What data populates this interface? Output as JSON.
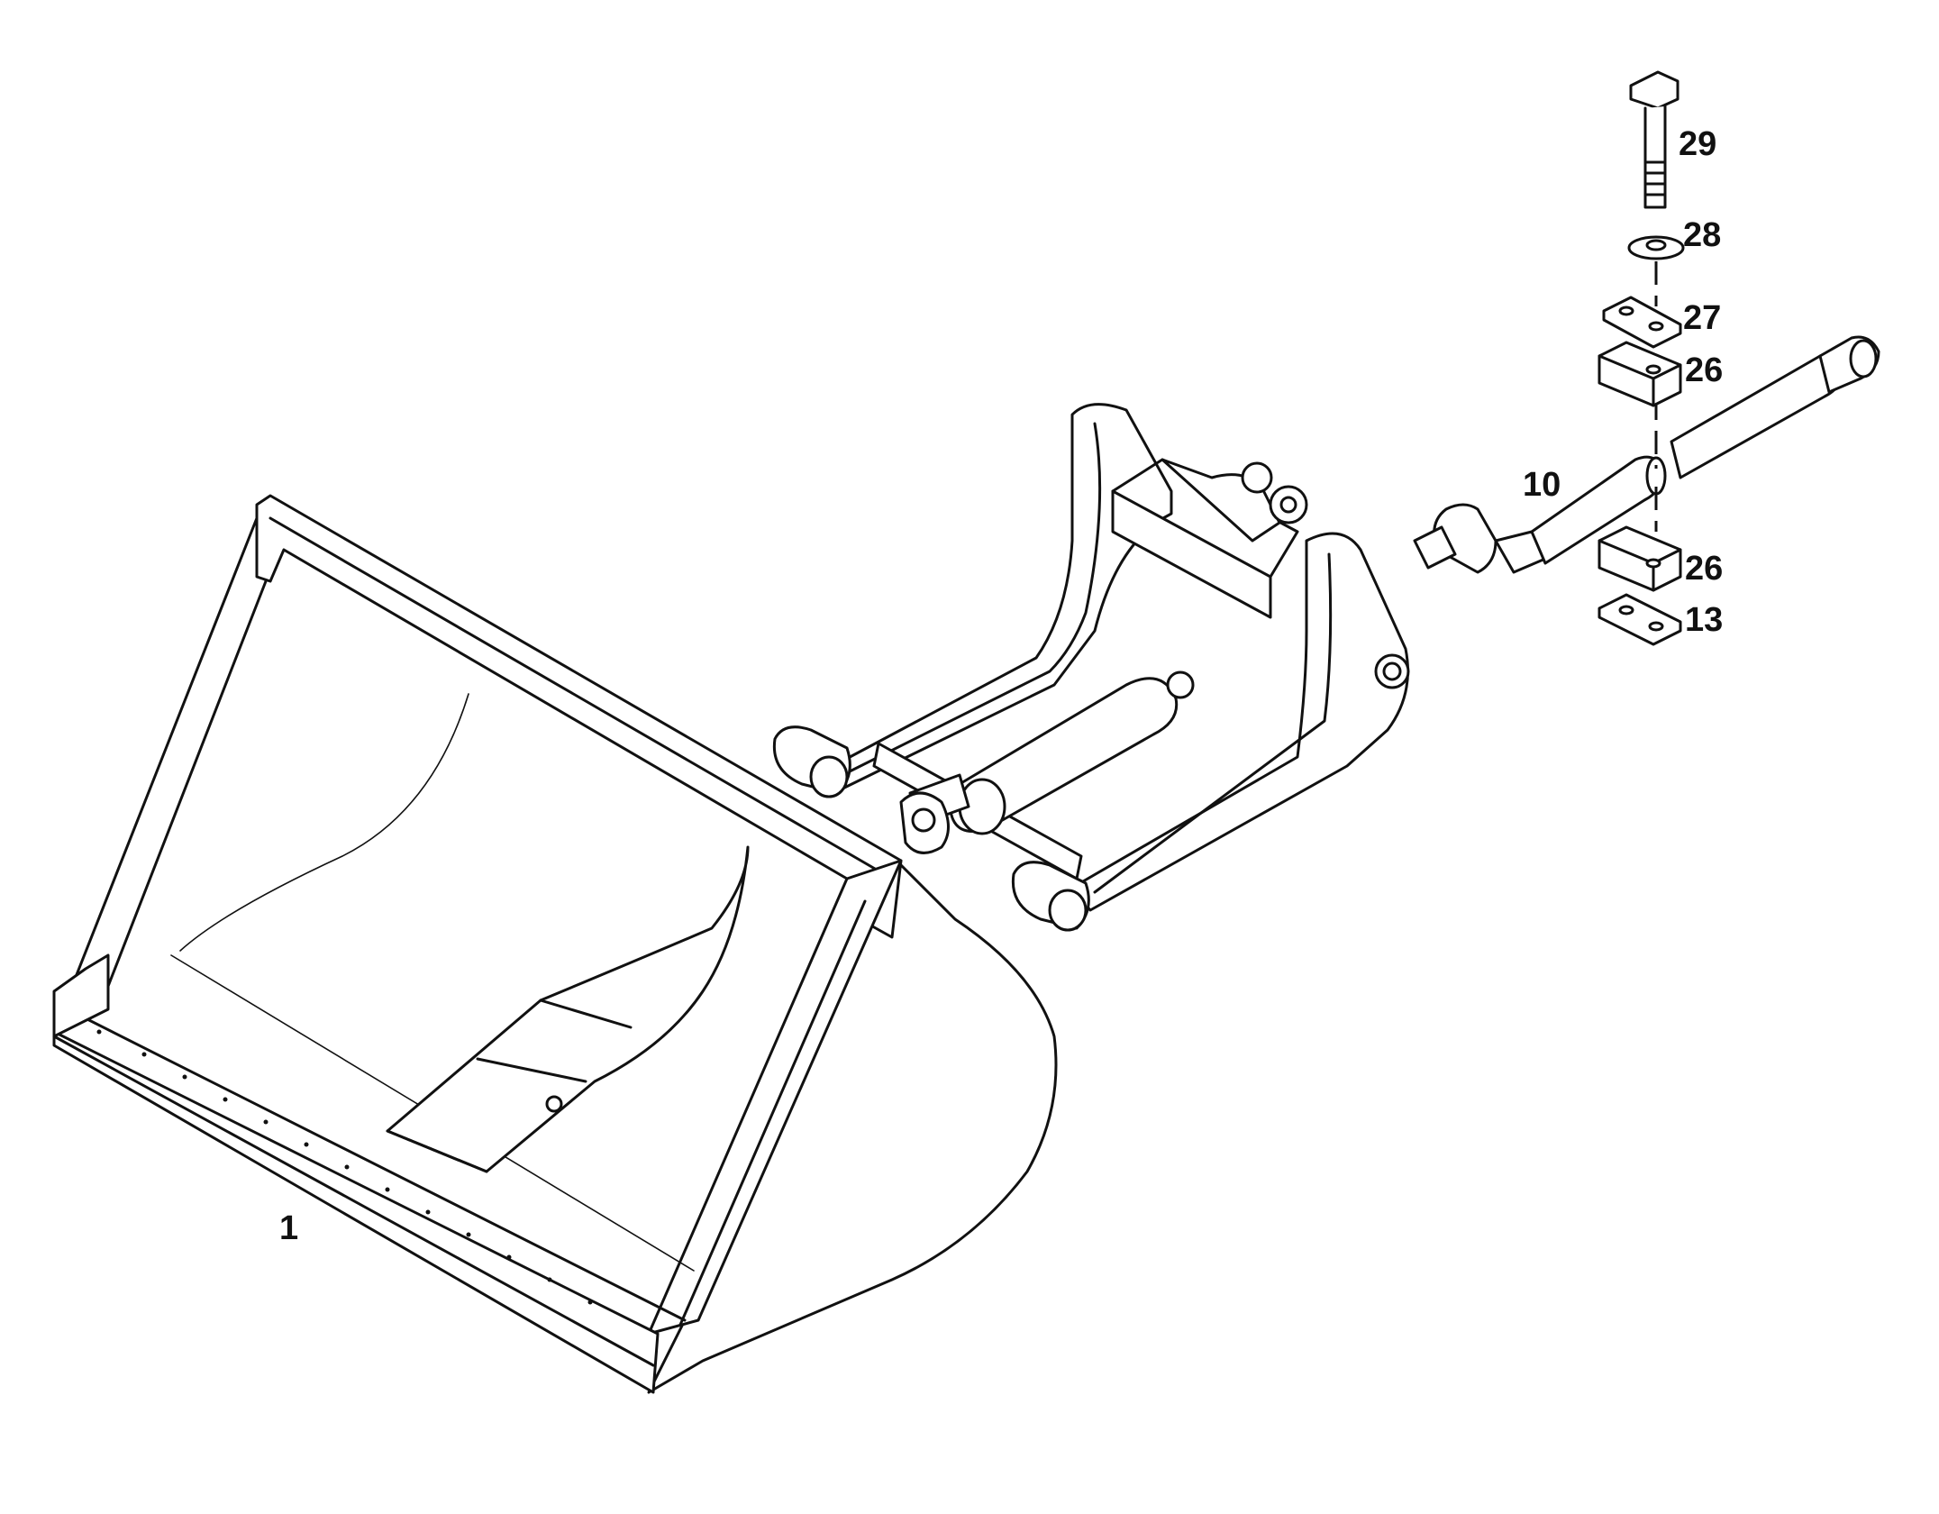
{
  "callouts": {
    "c1": "1",
    "c10": "10",
    "c13": "13",
    "c26a": "26",
    "c26b": "26",
    "c27": "27",
    "c28": "28",
    "c29": "29"
  },
  "colors": {
    "line": "#111111",
    "background": "#ffffff"
  }
}
